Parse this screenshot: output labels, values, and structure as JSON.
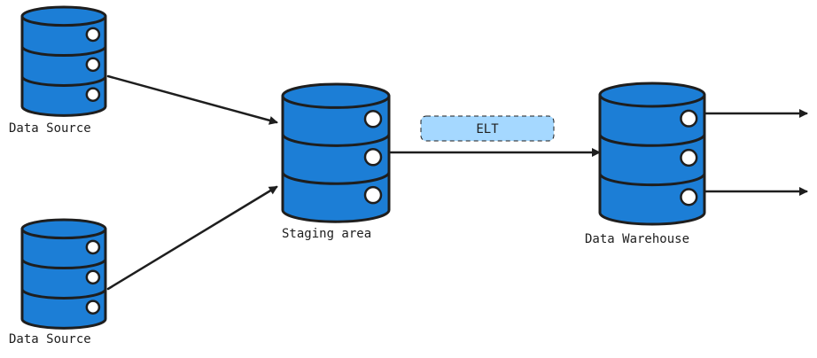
{
  "colors": {
    "database_fill": "#1c7ed6",
    "stroke": "#1e1e1e",
    "indicator_fill": "#ffffff",
    "badge_fill": "#a5d8ff",
    "background": "#ffffff"
  },
  "nodes": {
    "source_1": {
      "label": "Data Source",
      "icon": "database-icon"
    },
    "source_2": {
      "label": "Data Source",
      "icon": "database-icon"
    },
    "staging": {
      "label": "Staging area",
      "icon": "database-icon"
    },
    "warehouse": {
      "label": "Data Warehouse",
      "icon": "database-icon"
    }
  },
  "edges": {
    "elt_label": "ELT"
  }
}
